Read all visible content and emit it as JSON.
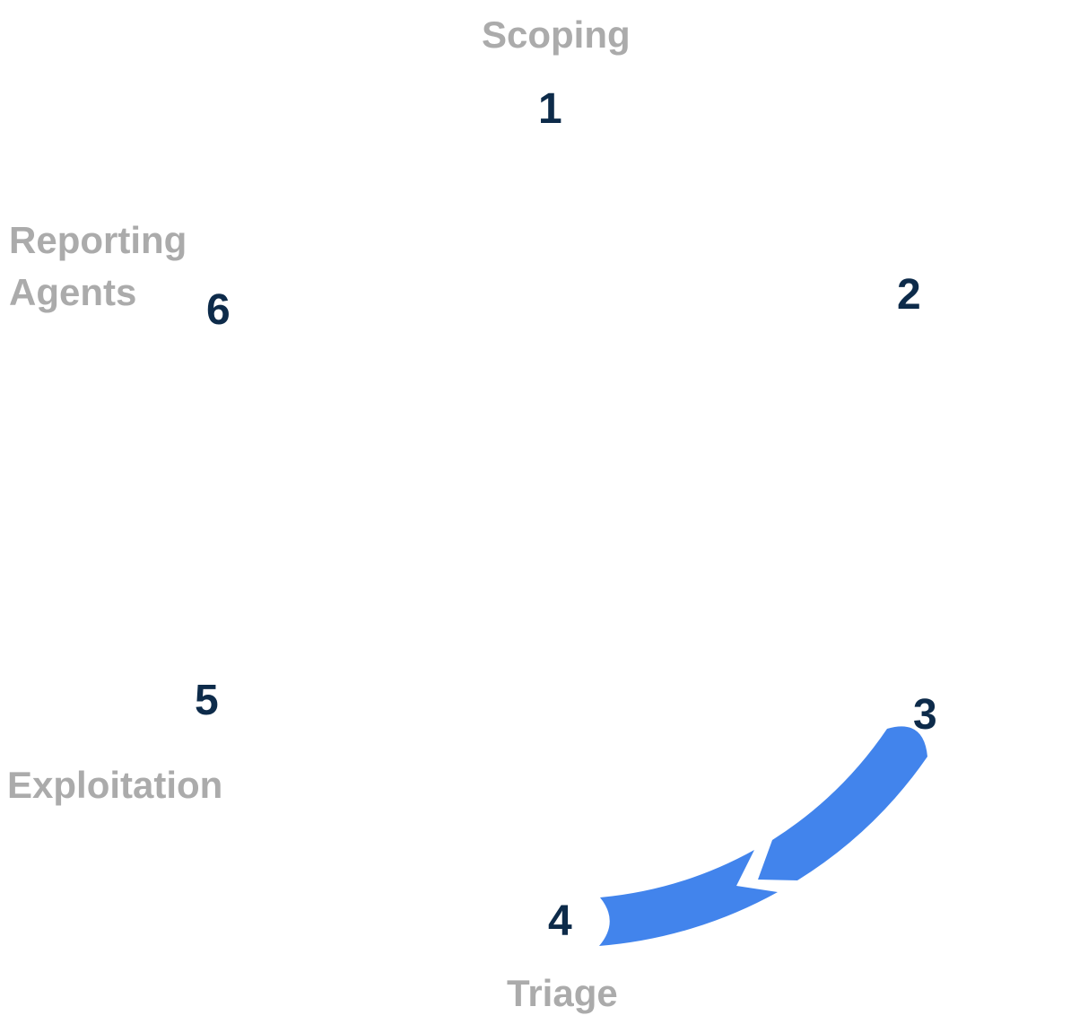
{
  "cycle": {
    "steps": [
      {
        "number": "1",
        "label": "Scoping"
      },
      {
        "number": "2",
        "label": ""
      },
      {
        "number": "3",
        "label": ""
      },
      {
        "number": "4",
        "label": "Triage"
      },
      {
        "number": "5",
        "label": "Exploitation"
      },
      {
        "number": "6",
        "label": "Reporting Agents"
      }
    ],
    "arrow": {
      "from_step": "3",
      "to_step": "4",
      "color": "#4284EC"
    },
    "colors": {
      "number_text": "#0D2B4A",
      "label_text": "#ABABAB",
      "background": "#FFFFFF"
    }
  }
}
